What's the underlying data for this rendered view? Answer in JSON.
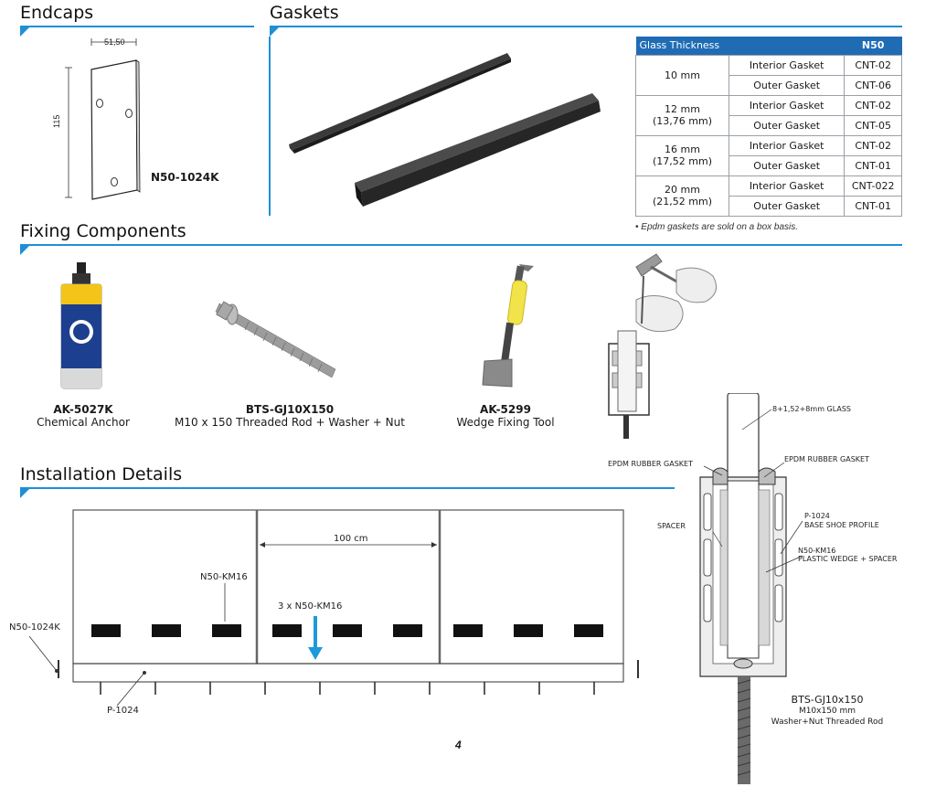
{
  "sections": {
    "endcaps": "Endcaps",
    "gaskets": "Gaskets",
    "fixing": "Fixing Components",
    "installation": "Installation Details"
  },
  "endcap": {
    "width_label": "51,50",
    "height_label": "115",
    "code": "N50-1024K"
  },
  "gasket_table": {
    "header_label": "Glass Thickness",
    "header_code": "N50",
    "rows": [
      {
        "thickness": "10 mm",
        "sub": "",
        "interior": "Interior Gasket",
        "interior_code": "CNT-02",
        "outer": "Outer Gasket",
        "outer_code": "CNT-06"
      },
      {
        "thickness": "12 mm",
        "sub": "(13,76 mm)",
        "interior": "Interior Gasket",
        "interior_code": "CNT-02",
        "outer": "Outer Gasket",
        "outer_code": "CNT-05"
      },
      {
        "thickness": "16 mm",
        "sub": "(17,52 mm)",
        "interior": "Interior Gasket",
        "interior_code": "CNT-02",
        "outer": "Outer Gasket",
        "outer_code": "CNT-01"
      },
      {
        "thickness": "20 mm",
        "sub": "(21,52 mm)",
        "interior": "Interior Gasket",
        "interior_code": "CNT-022",
        "outer": "Outer Gasket",
        "outer_code": "CNT-01"
      }
    ],
    "note": "• Epdm gaskets are sold on a box basis."
  },
  "components": [
    {
      "code": "AK-5027K",
      "desc": "Chemical Anchor"
    },
    {
      "code": "BTS-GJ10X150",
      "desc": "M10 x 150 Threaded Rod + Washer + Nut"
    },
    {
      "code": "AK-5299",
      "desc": "Wedge Fixing Tool"
    }
  ],
  "installation": {
    "spacing": "100 cm",
    "km16": "N50-KM16",
    "km16_count": "3 x N50-KM16",
    "endcap": "N50-1024K",
    "profile": "P-1024"
  },
  "section_labels": {
    "glass": "8+1,52+8mm GLASS",
    "epdm_left": "EPDM RUBBER GASKET",
    "epdm_right": "EPDM RUBBER GASKET",
    "spacer": "SPACER",
    "profile_code": "P-1024",
    "profile_desc": "BASE SHOE PROFILE",
    "wedge_code": "N50-KM16",
    "wedge_desc": "PLASTIC WEDGE + SPACER",
    "rod_code": "BTS-GJ10x150",
    "rod_line1": "M10x150 mm",
    "rod_line2": "Washer+Nut Threaded Rod"
  },
  "page_number": "4",
  "colors": {
    "accent": "#1f8fd6",
    "table_header": "#1f6cb5",
    "arrow": "#1e9ad8"
  }
}
